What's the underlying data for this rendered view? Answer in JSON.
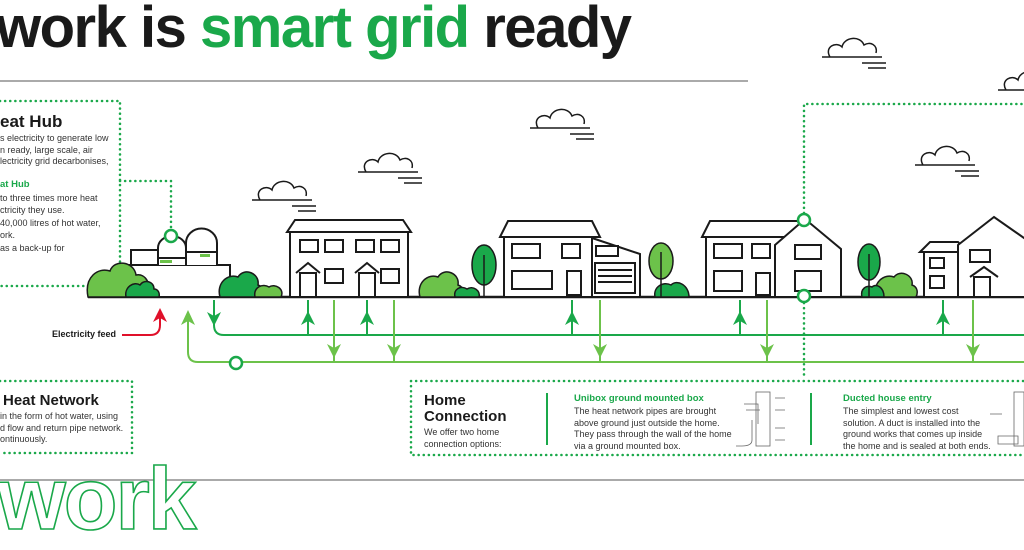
{
  "header": {
    "title_part1": "work is ",
    "title_highlight": "smart grid",
    "title_part2": " ready"
  },
  "heat_hub": {
    "title": "eat Hub",
    "intro": [
      "s electricity to generate low",
      "n ready, large scale, air",
      "lectricity grid decarbonises,"
    ],
    "subheading": "at Hub",
    "bullets": [
      "to three times more heat",
      "ctricity they use.",
      "40,000 litres of hot water,",
      "ork.",
      "as a back-up for"
    ]
  },
  "electricity_feed_label": "Electricity feed",
  "heat_network": {
    "title": "Heat Network",
    "body": [
      "in the form of hot water, using",
      "d flow and return pipe network.",
      "ontinuously."
    ]
  },
  "home_connection": {
    "title_line1": "Home",
    "title_line2": "Connection",
    "body": [
      "We offer two home",
      "connection options:"
    ],
    "options": [
      {
        "title": "Unibox ground mounted box",
        "body": [
          "The heat network pipes are brought",
          "above ground just outside the home.",
          "They pass through the wall of the home",
          "via a ground mounted box."
        ]
      },
      {
        "title": "Ducted house entry",
        "body": [
          "The simplest and lowest cost",
          "solution. A duct is installed into the",
          "ground works that comes up inside",
          "the home and is sealed at both ends."
        ]
      }
    ]
  },
  "footer_word": "twork",
  "colors": {
    "brand_green": "#1aa84a",
    "light_green": "#6cc24a",
    "electricity_red": "#e0102a",
    "text": "#1a1a1a"
  }
}
